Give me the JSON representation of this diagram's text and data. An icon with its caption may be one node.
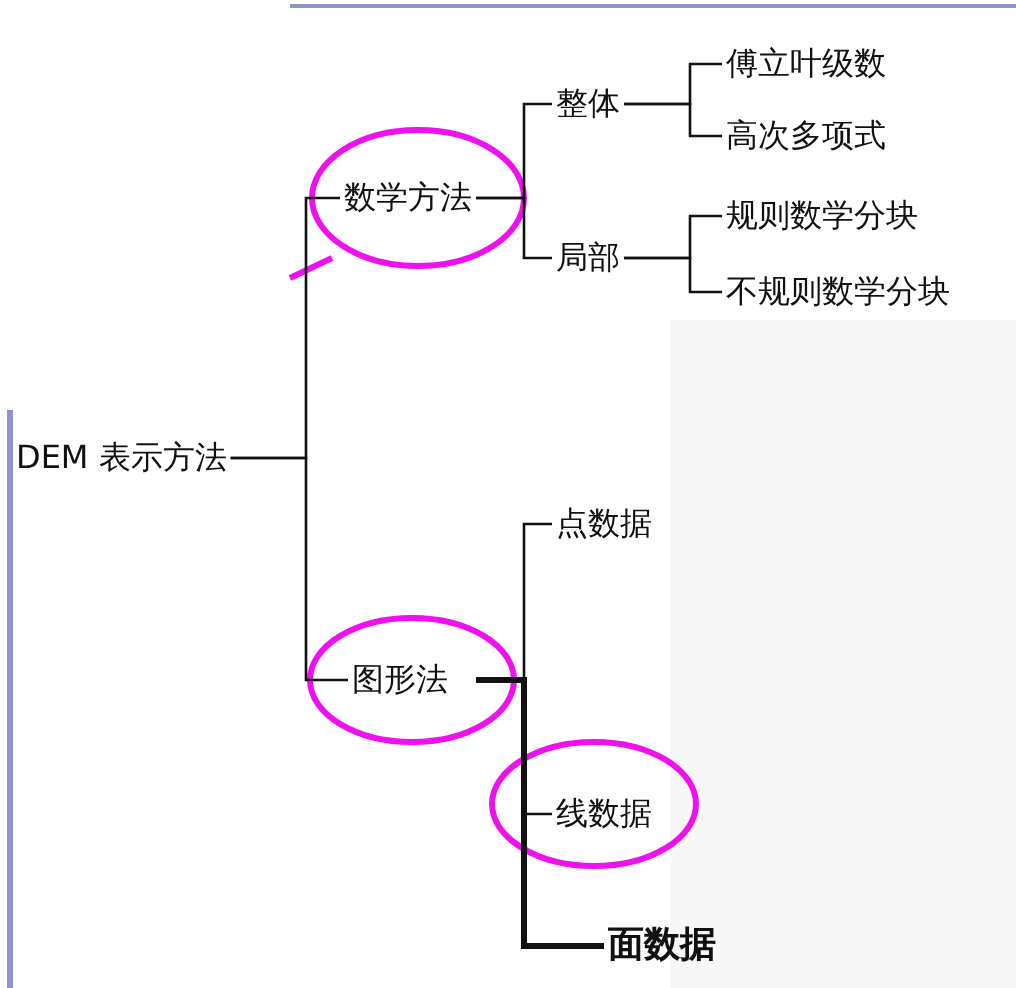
{
  "diagram": {
    "nodes": [
      {
        "text": [
          "DEM 表示方法"
        ]
      },
      {
        "text": [
          "数学方法"
        ]
      },
      {
        "text": [
          "整体"
        ]
      },
      {
        "text": [
          "傅立叶级数"
        ]
      },
      {
        "text": [
          "高次多项式"
        ]
      },
      {
        "text": [
          "局部"
        ]
      },
      {
        "text": [
          "规则数学分块"
        ]
      },
      {
        "text": [
          "不规则数学分块"
        ]
      },
      {
        "text": [
          "图形法"
        ]
      },
      {
        "text": [
          "点数据"
        ]
      },
      {
        "text": [
          "线数据"
        ]
      },
      {
        "text": [
          "面数据"
        ]
      }
    ],
    "edges": [
      {
        "from": 0,
        "to": 1,
        "arrow": "none"
      },
      {
        "from": 0,
        "to": 8,
        "arrow": "none"
      },
      {
        "from": 1,
        "to": 2,
        "arrow": "none"
      },
      {
        "from": 1,
        "to": 5,
        "arrow": "none"
      },
      {
        "from": 2,
        "to": 3,
        "arrow": "none"
      },
      {
        "from": 2,
        "to": 4,
        "arrow": "none"
      },
      {
        "from": 5,
        "to": 6,
        "arrow": "none"
      },
      {
        "from": 5,
        "to": 7,
        "arrow": "none"
      },
      {
        "from": 8,
        "to": 9,
        "arrow": "none"
      },
      {
        "from": 8,
        "to": 10,
        "arrow": "none"
      },
      {
        "from": 8,
        "to": 11,
        "arrow": "none",
        "style": "thick"
      }
    ]
  }
}
